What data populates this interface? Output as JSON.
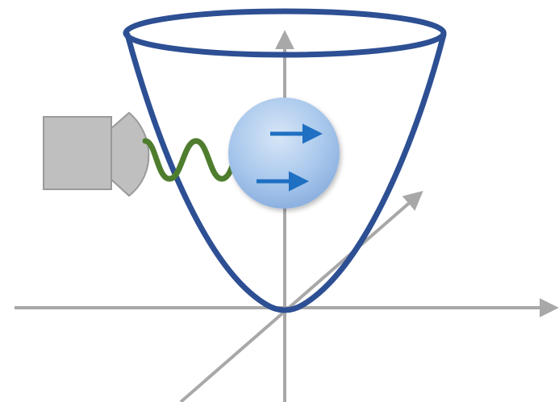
{
  "diagram": {
    "colors": {
      "background": "#ffffff",
      "axes": "#a8a8a8",
      "potential_well": "#2d4f93",
      "wave": "#4f7d2e",
      "particle_fill_top": "#c7dbf2",
      "particle_fill_bottom": "#8db4e4",
      "momentum_arrows": "#1f6fc2",
      "source_device": "#bfbfbf",
      "source_device_edge": "#9a9a9a"
    },
    "elements": {
      "axes": "3d-coordinate-axes",
      "potential_well": "parabolic-bowl",
      "wave": "sinusoidal-photon-wave",
      "particle": "sphere-with-two-arrows",
      "source": "light-source-device"
    }
  }
}
